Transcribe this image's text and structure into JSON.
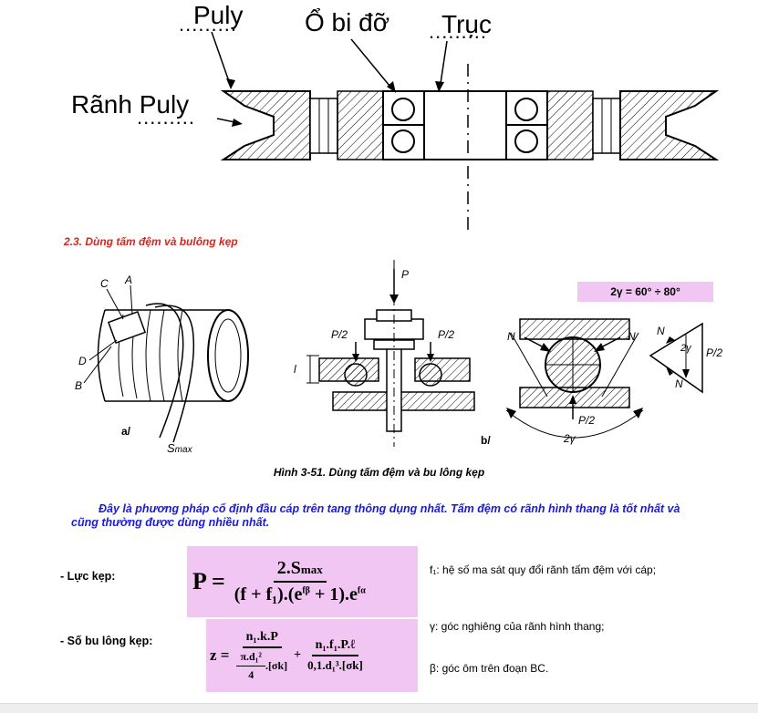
{
  "top_labels": {
    "puly": "Puly",
    "o_bi_do": "Ổ bi đỡ",
    "truc": "Trục",
    "ranh_puly": "Rãnh Puly",
    "dots": "........."
  },
  "section_title": "2.3. Dùng tấm đệm và bulông kẹp",
  "gamma_range": "2γ = 60° ÷ 80°",
  "figure_labels": {
    "a_label": "a/",
    "b_label": "b/",
    "C": "C",
    "A": "A",
    "D": "D",
    "B": "B",
    "S": "S",
    "smax_sub": "max",
    "P": "P",
    "P2_left": "P/2",
    "P2_right": "P/2",
    "l": "l",
    "N": "N",
    "P2_bottom": "P/2",
    "two_gamma": "2γ",
    "two_gamma_tri": "2γ",
    "P2_tri": "P/2"
  },
  "caption": "Hình 3-51. Dùng tấm đệm và bu lông kẹp",
  "paragraph": "Đây là phương pháp cố định đầu cáp trên tang thông dụng nhất. Tấm đệm có rãnh hình thang là tốt nhất và cũng thường được dùng nhiều nhất.",
  "luc_kep": {
    "label": "- Lực kẹp:",
    "lhs": "P =",
    "num": "2.S",
    "num_sub": "max",
    "den": "(f + f₁).(e",
    "den_sup1": "fβ",
    "den_mid": " + 1).e",
    "den_sup2": "fα",
    "note": "f₁: hệ số ma sát quy đổi rãnh tấm đệm với cáp;"
  },
  "so_bu_long": {
    "label": "- Số bu lông kẹp:",
    "lhs": "z =",
    "t1_num": "n₁.k.P",
    "t1_den_top": "π.d₁²",
    "t1_den_four": "4",
    "t1_den_sig": ".[σk]",
    "plus": "+",
    "t2_num": "n₁.f₁.P.ℓ",
    "t2_den": "0,1.d₁³.[σk]",
    "note_gamma": "γ: góc nghiêng của rãnh hình thang;",
    "note_beta": "β: góc ôm trên đoạn BC."
  }
}
